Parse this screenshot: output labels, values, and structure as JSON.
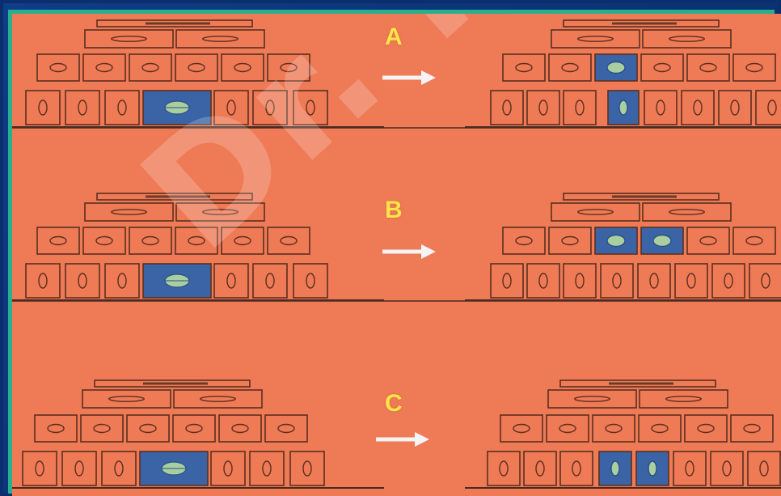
{
  "labels": {
    "a": "A",
    "b": "B",
    "c": "C"
  },
  "watermark": "Dr. Izz",
  "colors": {
    "background": "#ef7a56",
    "cell_outline": "#5a2f1f",
    "dividing_cell": "#3a64a6",
    "nucleus": "#a9cfa0",
    "label": "#ffe34d",
    "arrow": "#f4f4f4"
  }
}
